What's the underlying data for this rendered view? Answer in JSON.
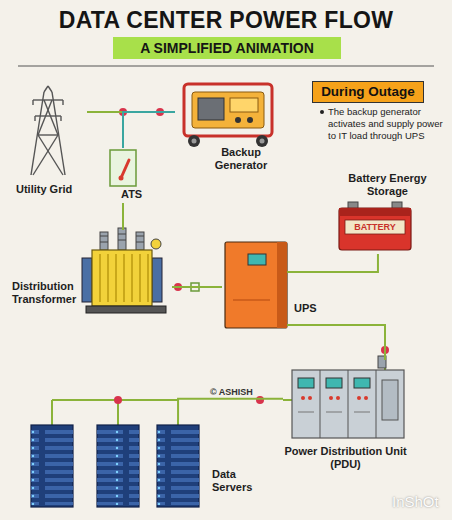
{
  "diagram": {
    "title": "DATA CENTER POWER FLOW",
    "nodes": [
      {
        "text": [
          "Utility Grid"
        ]
      },
      {
        "text": [
          "Backup Generator"
        ]
      },
      {
        "text": [
          "ATS"
        ]
      },
      {
        "text": [
          "Battery Energy Storage"
        ]
      },
      {
        "text": [
          "Distribution Transformer"
        ]
      },
      {
        "text": [
          "UPS"
        ]
      },
      {
        "text": [
          "Power Distribution Unit (PDU)"
        ]
      },
      {
        "text": [
          "Data Servers"
        ]
      }
    ],
    "edges": [
      {
        "from": 0,
        "to": 2,
        "arrow": "none"
      },
      {
        "from": 1,
        "to": 2,
        "arrow": "none"
      },
      {
        "from": 2,
        "to": 4,
        "arrow": "none"
      },
      {
        "from": 4,
        "to": 5,
        "arrow": "none"
      },
      {
        "from": 3,
        "to": 5,
        "arrow": "none"
      },
      {
        "from": 5,
        "to": 6,
        "arrow": "none"
      },
      {
        "from": 6,
        "to": 7,
        "arrow": "none"
      }
    ],
    "labels": [
      "A SIMPLIFIED ANIMATION",
      "During Outage",
      "The backup generator activates and supply power to IT load through UPS",
      "BATTERY",
      "© ASHISH",
      "InShOt"
    ]
  }
}
